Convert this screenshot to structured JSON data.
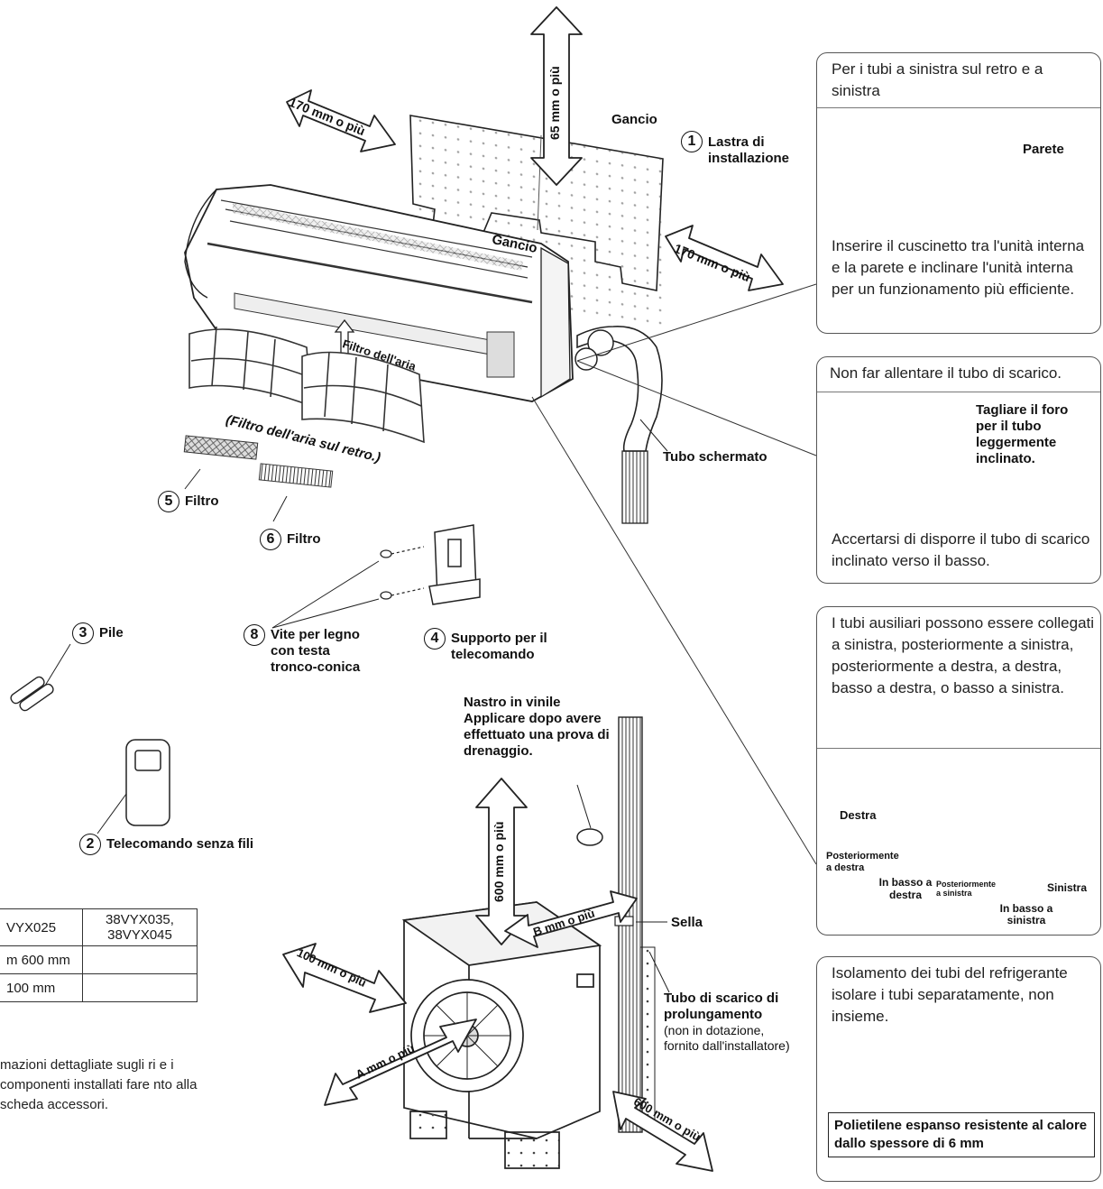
{
  "dimensions": {
    "top": "65 mm o più",
    "left_top": "170 mm o più",
    "right_top": "170 mm o più",
    "outdoor_top": "600 mm o più",
    "outdoor_b": "B mm o più",
    "outdoor_left": "100 mm o più",
    "outdoor_a": "A mm o più",
    "outdoor_right": "600 mm o più"
  },
  "labels": {
    "gancio_top": "Gancio",
    "gancio_bottom": "Gancio",
    "lastra": {
      "num": "1",
      "text": "Lastra di installazione"
    },
    "filtro_aria": "Filtro dell'aria",
    "filtro_retro": "(Filtro dell'aria sul retro.)",
    "filtro5": {
      "num": "5",
      "text": "Filtro"
    },
    "filtro6": {
      "num": "6",
      "text": "Filtro"
    },
    "tubo_schermato": "Tubo schermato",
    "pile": {
      "num": "3",
      "text": "Pile"
    },
    "vite": {
      "num": "8",
      "text": "Vite per legno con testa tronco-conica"
    },
    "supporto": {
      "num": "4",
      "text": "Supporto per il telecomando"
    },
    "telecomando": {
      "num": "2",
      "text": "Telecomando senza fili"
    },
    "nastro": "Nastro in vinile Applicare dopo avere effettuato una prova di drenaggio.",
    "sella": "Sella",
    "tubo_prolung_bold": "Tubo di scarico di prolungamento",
    "tubo_prolung_norm": "(non in dotazione, fornito dall'installatore)"
  },
  "table": {
    "header": [
      "VYX025",
      "38VYX035, 38VYX045"
    ],
    "rows": [
      [
        "m 600 mm",
        ""
      ],
      [
        "100 mm",
        ""
      ]
    ]
  },
  "note": "mazioni dettagliate sugli ri e i componenti installati fare nto alla scheda accessori.",
  "boxes": {
    "box1": {
      "title": "Per i tubi a sinistra sul retro e a sinistra",
      "wall": "Parete",
      "body": "Inserire il cuscinetto tra l'unità interna e la parete e inclinare l'unità interna per un funzionamento più efficiente."
    },
    "box2": {
      "title": "Non far allentare il tubo di scarico.",
      "note": "Tagliare il foro per il tubo leggermente inclinato.",
      "body": "Accertarsi di disporre il tubo di scarico inclinato verso il basso."
    },
    "box3": {
      "title": "I tubi ausiliari possono essere collegati a sinistra, posteriormente a sinistra, posteriormente a destra, a destra, basso a destra, o basso a sinistra.",
      "destra": "Destra",
      "post_destra": "Posteriormente a destra",
      "basso_destra": "In basso a destra",
      "post_sinistra": "Posteriormente a sinistra",
      "sinistra": "Sinistra",
      "basso_sinistra": "In basso a sinistra"
    },
    "box4": {
      "title": "Isolamento dei tubi del refrigerante isolare i tubi separatamente, non insieme.",
      "note": "Polietilene espanso resistente al calore dallo spessore di 6 mm"
    }
  }
}
